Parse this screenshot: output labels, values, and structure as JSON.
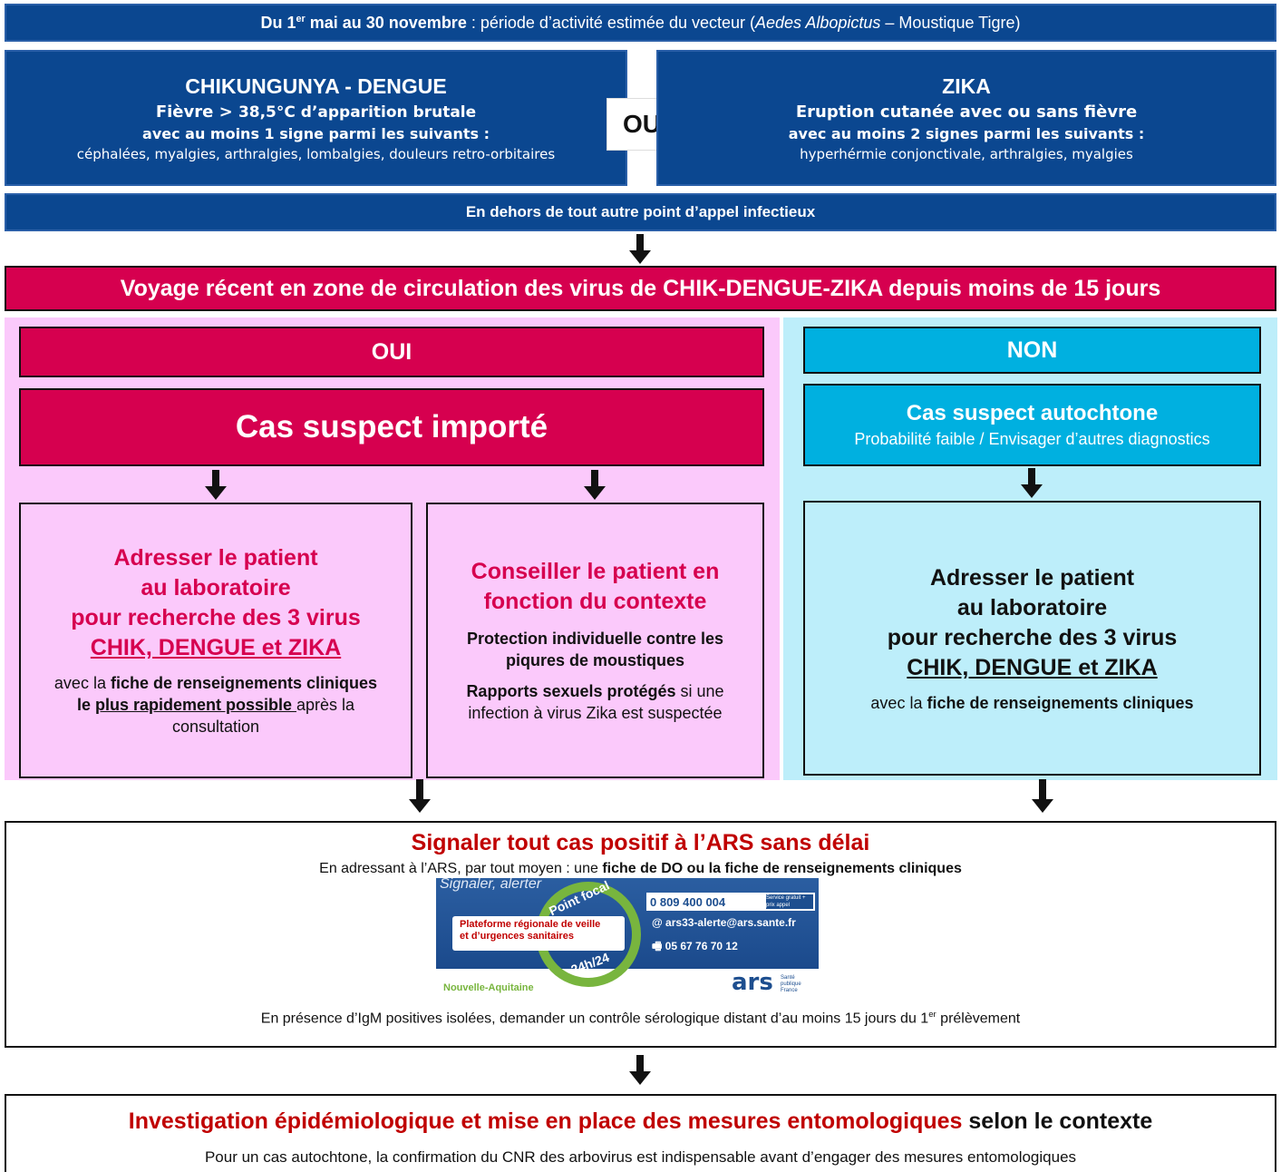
{
  "top_banner": {
    "date_prefix": "Du 1",
    "date_sup": "er",
    "date_rest": " mai au 30 novembre",
    "text": " : période d’activité estimée du vecteur (",
    "species": "Aedes Albopictus",
    "text_end": " – Moustique Tigre)"
  },
  "chik_box": {
    "title": "CHIKUNGUNYA - DENGUE",
    "line1_a": "Fièvre > ",
    "line1_b": "38,5°C d’apparition brutale",
    "line2": "avec au moins 1 signe parmi les suivants :",
    "line3": "céphalées, myalgies, arthralgies, lombalgies, douleurs retro-orbitaires"
  },
  "ou_label": "OU",
  "zika_box": {
    "title": "ZIKA",
    "line1": "Eruption cutanée avec ou sans fièvre",
    "line2": "avec au moins 2 signes parmi les suivants :",
    "line3": "hyperhérmie conjonctivale, arthralgies, myalgies"
  },
  "exclusion_bar": "En dehors de tout autre point d’appel infectieux",
  "travel_bar": "Voyage récent en zone de circulation des virus de CHIK-DENGUE-ZIKA depuis moins de 15 jours",
  "oui": {
    "label": "OUI",
    "case_title": "Cas suspect importé",
    "lab_box": {
      "l1": "Adresser  le patient",
      "l2": "au laboratoire",
      "l3": "pour recherche des 3 virus",
      "l4": "CHIK, DENGUE et ZIKA",
      "t1": "avec la ",
      "t1b": "fiche de renseignements cliniques",
      "t2b": "le ",
      "t2u": "plus rapidement possible ",
      "t2": "après la",
      "t3": "consultation"
    },
    "advice_box": {
      "l1": "Conseiller  le patient en",
      "l2": "fonction  du contexte",
      "p1": "Protection individuelle contre les piqures de moustiques",
      "p2b": "Rapports sexuels protégés",
      "p2": " si une infection à virus Zika est suspectée"
    }
  },
  "non": {
    "label": "NON",
    "case_title": "Cas suspect autochtone",
    "case_sub": "Probabilité faible / Envisager d’autres diagnostics",
    "lab_box": {
      "l1": "Adresser  le patient",
      "l2": "au laboratoire",
      "l3": "pour recherche des 3 virus",
      "l4": "CHIK, DENGUE et ZIKA",
      "t1": "avec la ",
      "t1b": "fiche de renseignements cliniques"
    }
  },
  "signal_box": {
    "title": "Signaler tout cas positif à l’ARS sans délai",
    "sub_a": "En adressant à l’ARS, par tout moyen : une ",
    "sub_b": "fiche de DO ou la fiche de renseignements cliniques",
    "banner": {
      "header": "Signaler, alerter",
      "point_focal": "Point focal",
      "h24": "24h/24",
      "platform_l1": "Plateforme régionale de veille",
      "platform_l2": "et d’urgences sanitaires",
      "phone": "0 809 400 004",
      "phone_note": "Service gratuit + prix appel",
      "email": "ars33-alerte@ars.sante.fr",
      "fax": "05 67 76 70 12",
      "region": "Nouvelle-Aquitaine",
      "ars_logo": "ars",
      "sp_logo": "Santé publique France"
    },
    "igm_a": "En présence d’IgM positives isolées, demander un contrôle sérologique distant d’au moins 15 jours du 1",
    "igm_sup": "er",
    "igm_b": " prélèvement"
  },
  "investigation_box": {
    "title_red": "Investigation  épidémiologique  et mise en place des mesures entomologiques",
    "title_black": " selon le contexte",
    "sub": "Pour un cas autochtone, la confirmation du CNR des arbovirus est indispensable  avant d’engager des mesures entomologiques"
  },
  "colors": {
    "navy": "#0b4790",
    "crimson": "#d6004f",
    "pink_bg": "#fbc9fb",
    "cyan": "#00b0e0",
    "light_blue": "#bdeefa",
    "red_text": "#c00000"
  }
}
